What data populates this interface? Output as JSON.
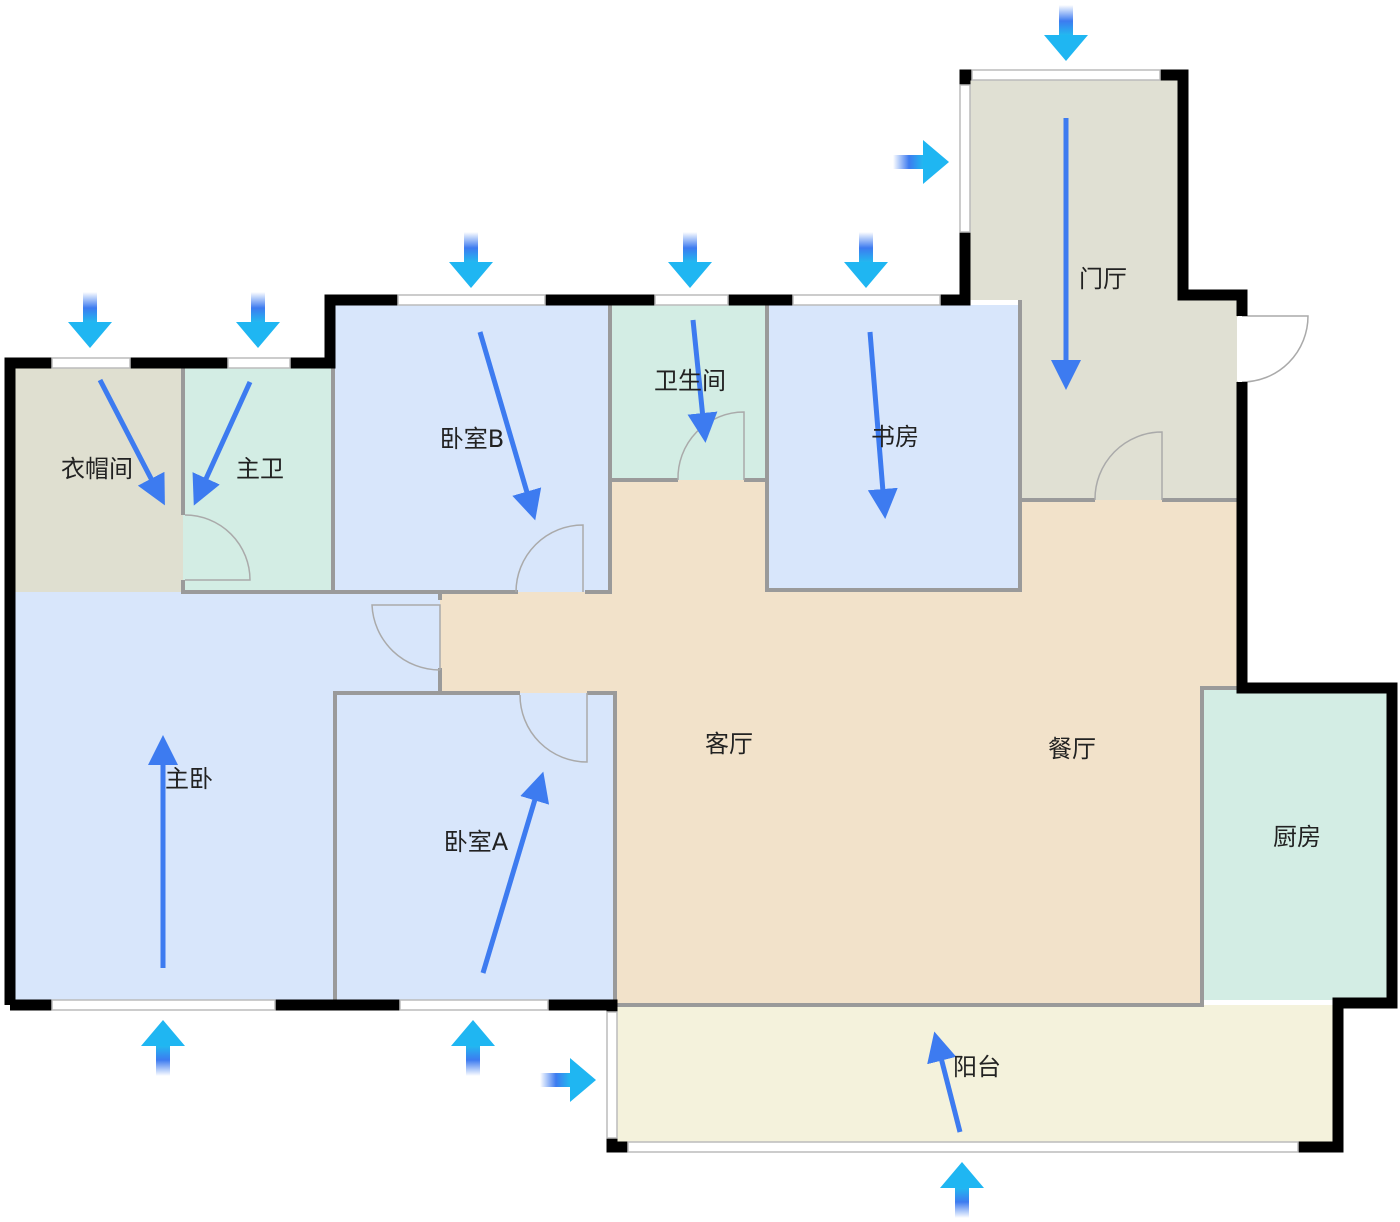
{
  "title": "户型通风示意图",
  "rooms": {
    "wardrobe": "衣帽间",
    "master_bath": "主卫",
    "bedroom_b": "卧室B",
    "bathroom": "卫生间",
    "study": "书房",
    "foyer": "门厅",
    "living": "客厅",
    "dining": "餐厅",
    "master_bedroom": "主卧",
    "bedroom_a": "卧室A",
    "kitchen": "厨房",
    "balcony": "阳台"
  },
  "colors": {
    "wardrobe": "#dfdfd0",
    "bath": "#d3ede4",
    "bedroom": "#d8e6fb",
    "living": "#f2e2ca",
    "foyer": "#e0e0d3",
    "balcony": "#f4f2dc",
    "airflow": "#3d7bf0",
    "inlet": "#1fc0f0"
  },
  "icons": {
    "airflow": "airflow-arrow-icon",
    "inlet": "air-inlet-arrow-icon"
  }
}
